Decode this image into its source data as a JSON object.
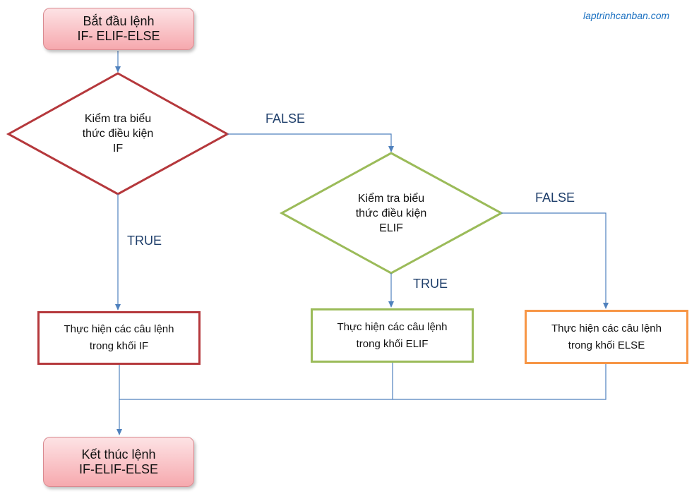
{
  "watermark": "laptrinhcanban.com",
  "start": {
    "line1": "Bắt đầu lệnh",
    "line2": "IF- ELIF-ELSE"
  },
  "if_check": {
    "line1": "Kiểm tra biểu",
    "line2": "thức điều kiện",
    "line3": "IF"
  },
  "elif_check": {
    "line1": "Kiểm tra biểu",
    "line2": "thức điều kiện",
    "line3": "ELIF"
  },
  "if_block": {
    "line1": "Thực hiện các câu lệnh",
    "line2": "trong khối IF"
  },
  "elif_block": {
    "line1": "Thực hiện các câu lệnh",
    "line2": "trong khối ELIF"
  },
  "else_block": {
    "line1": "Thực hiện các câu lệnh",
    "line2": "trong khối ELSE"
  },
  "end": {
    "line1": "Kết thúc lệnh",
    "line2": "IF-ELIF-ELSE"
  },
  "labels": {
    "if_false": "FALSE",
    "if_true": "TRUE",
    "elif_false": "FALSE",
    "elif_true": "TRUE"
  },
  "colors": {
    "if": "#b5383c",
    "elif": "#9bbb59",
    "else": "#f79646",
    "connector": "#4f81bd",
    "terminal_fill": "#f6a9ae"
  }
}
